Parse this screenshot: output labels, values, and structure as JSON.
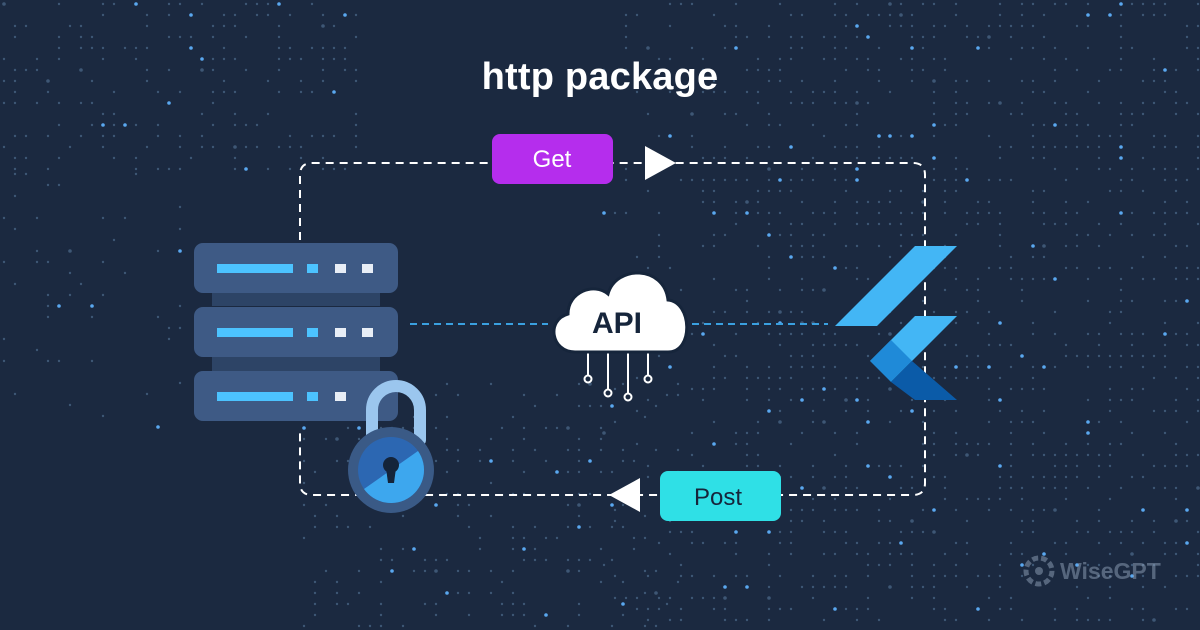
{
  "title": "http package",
  "get_label": "Get",
  "post_label": "Post",
  "api_label": "API",
  "brand": {
    "name": "WiseGPT"
  },
  "colors": {
    "background": "#1b2940",
    "get_pill": "#b52ded",
    "post_pill": "#2fe0e6",
    "flutter_light": "#43b6f5",
    "flutter_dark": "#0b5ba8",
    "server": "#3e5a85",
    "server_light": "#4cc3ff",
    "lock_body": "#2c67b2",
    "dashed_line": "#ffffff",
    "api_link": "#3aa0e0"
  },
  "icons": {
    "server": "server-icon",
    "lock": "padlock-icon",
    "cloud": "cloud-api-icon",
    "flutter": "flutter-logo-icon",
    "brand": "wisegpt-logo-icon"
  }
}
